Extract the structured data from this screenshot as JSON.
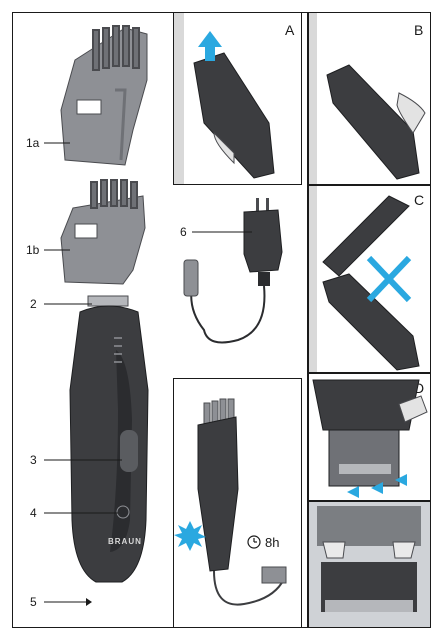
{
  "labels": {
    "l1a": "1a",
    "l1b": "1b",
    "l2": "2",
    "l3": "3",
    "l4": "4",
    "l5": "5",
    "l6": "6"
  },
  "panels": {
    "A": "A",
    "B": "B",
    "C": "C",
    "D": "D"
  },
  "charge_time": "8h",
  "brand": "BRAUN",
  "colors": {
    "arrow_blue": "#2aa8e0",
    "body_dark": "#3c3d40",
    "comb_gray": "#8e9095"
  }
}
